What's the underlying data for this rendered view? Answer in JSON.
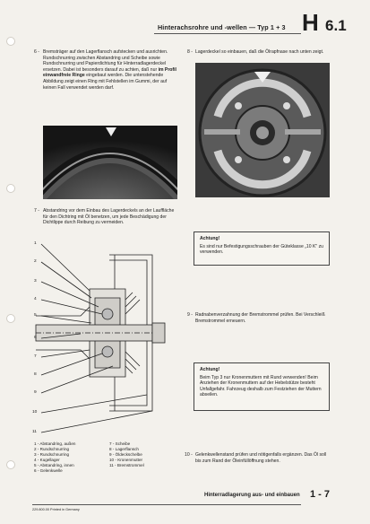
{
  "header": {
    "title": "Hinterachsrohre und -wellen — Typ 1 + 3",
    "code_main": "H",
    "code_sub": "6.1"
  },
  "steps": {
    "s6": {
      "num": "6 -",
      "text_a": "Bremsträger auf den Lagerflansch aufstecken und ausrichten. Rundschnurring zwischen Abstandring und Scheibe sowie Rundschnurring und Papierdichtung für Hinterradlagerdeckel ersetzen. Dabei ist besonders darauf zu achten, daß nur ",
      "bold": "im Profil einwandfreie Ringe",
      "text_b": " eingebaut werden. Die untenstehende Abbildung zeigt einen Ring mit Fehlstellen im Gummi, der auf keinen Fall verwendet werden darf."
    },
    "s7": {
      "num": "7 -",
      "text": "Abstandring vor dem Einbau des Lagerdeckels an der Lauffläche für den Dichtring mit Öl benetzen, um jede Beschädigung der Dichtlippe durch Reibung zu vermeiden."
    },
    "s8": {
      "num": "8 -",
      "text": "Lagerdeckel so einbauen, daß die Ölrapfnase nach unten zeigt."
    },
    "s9": {
      "num": "9 -",
      "text": "Radnabenverzahnung der Bremstrommel prüfen. Bei Verschleiß Bremstrommel erneuern."
    },
    "s10": {
      "num": "10 -",
      "text": "Gelenkwellenstand prüfen und nötigenfalls ergänzen. Das Öl soll bis zum Rand der Öleinfüllöffnung stehen."
    }
  },
  "notes": {
    "n1": {
      "title": "Achtung!",
      "text": "Es sind nur Befestigungsschrauben der Güteklasse „10 K\" zu verwenden."
    },
    "n2": {
      "title": "Achtung!",
      "text": "Beim Typ 3 nur Kronenmuttern mit Rund verwenden! Beim Anziehen der Kronenmuttern auf der Hebelstütze besteht Unfallgefahr. Fahrzeug deshalb zum Festziehen der Muttern abseilen."
    }
  },
  "callouts": [
    "1",
    "2",
    "3",
    "4",
    "5",
    "6",
    "7",
    "8",
    "9",
    "10",
    "11"
  ],
  "legend": {
    "left": [
      "1 - Abstandring, außen",
      "2 - Rundschnurring",
      "3 - Rundschnurring",
      "4 - Kugellager",
      "5 - Abstandring, innen",
      "6 - Gelenkwelle"
    ],
    "right": [
      "7 - Scheibe",
      "8 - Lagerflansch",
      "9 - Öldeckschelbe",
      "10 - Kronenmutter",
      "11 - Bremstrommel"
    ]
  },
  "footer": {
    "section": "Hinterradlagerung aus- und einbauen",
    "page": "1 - 7",
    "print": "229.800.00  Printed in Germany"
  }
}
